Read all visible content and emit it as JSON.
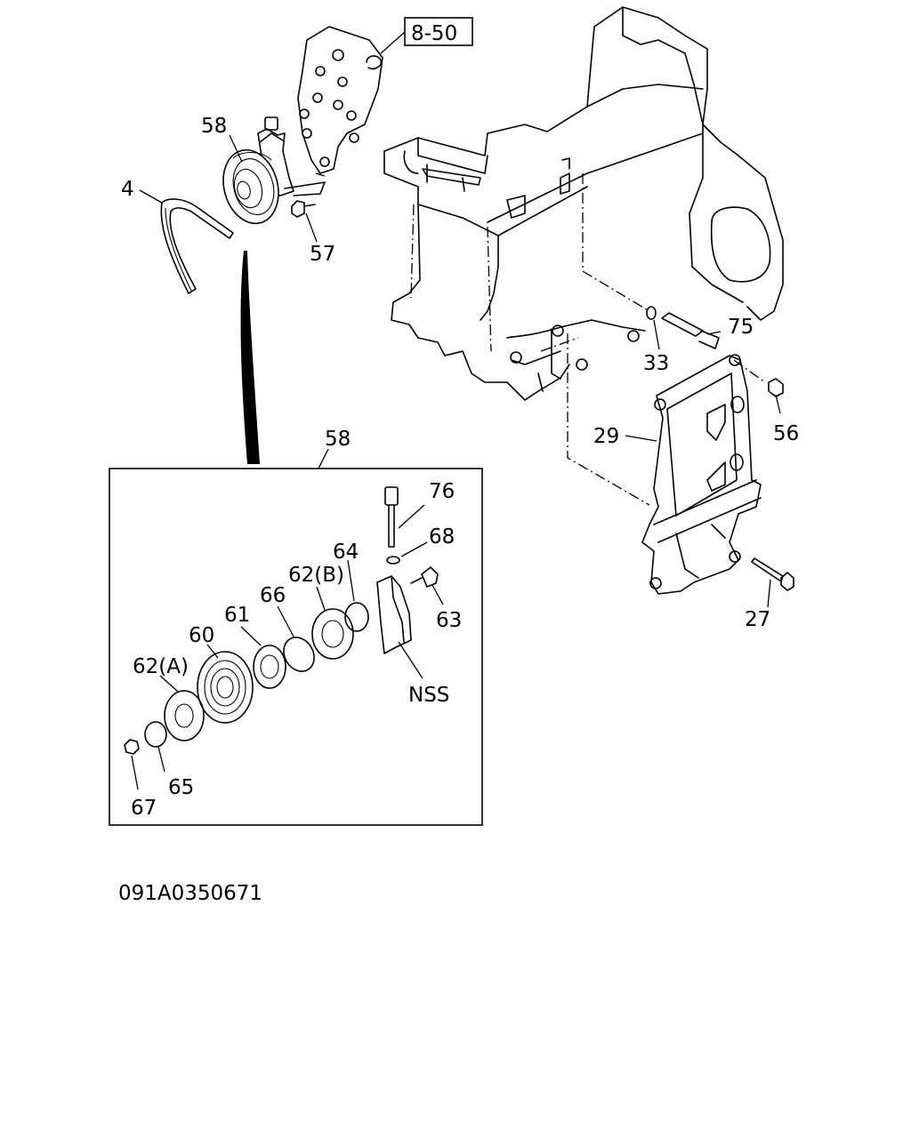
{
  "ref_box": "8-50",
  "callouts": {
    "c58_top": "58",
    "c4": "4",
    "c57": "57",
    "c75": "75",
    "c33": "33",
    "c56": "56",
    "c29": "29",
    "c27": "27",
    "c58_box": "58",
    "c76": "76",
    "c68": "68",
    "c64": "64",
    "c62b": "62(B)",
    "c66": "66",
    "c61": "61",
    "c60": "60",
    "c62a": "62(A)",
    "c63": "63",
    "c65": "65",
    "c67": "67",
    "nss": "NSS"
  },
  "drawing_number": "091A0350671"
}
